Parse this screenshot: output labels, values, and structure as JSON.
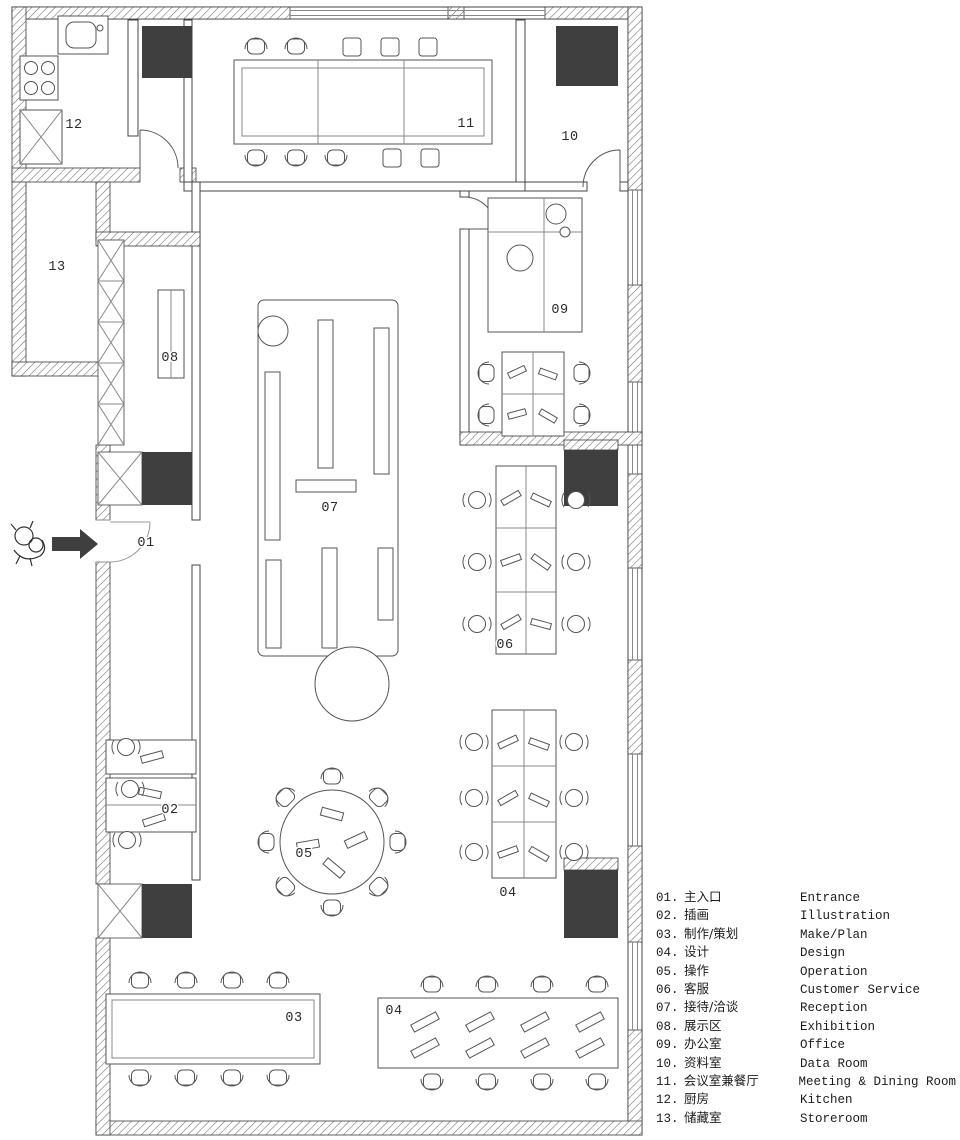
{
  "title": "Office floor plan",
  "colors": {
    "structure_dark": "#3f3f3f",
    "line": "#555555",
    "wall_hatch": "#6b6b6b"
  },
  "plan": {
    "labels": [
      {
        "id": "room-label-01",
        "text": "01"
      },
      {
        "id": "room-label-02",
        "text": "02"
      },
      {
        "id": "room-label-03",
        "text": "03"
      },
      {
        "id": "room-label-04-mid",
        "text": "04"
      },
      {
        "id": "room-label-04-bottom",
        "text": "04"
      },
      {
        "id": "room-label-05",
        "text": "05"
      },
      {
        "id": "room-label-06",
        "text": "06"
      },
      {
        "id": "room-label-07",
        "text": "07"
      },
      {
        "id": "room-label-08",
        "text": "08"
      },
      {
        "id": "room-label-09",
        "text": "09"
      },
      {
        "id": "room-label-10",
        "text": "10"
      },
      {
        "id": "room-label-11",
        "text": "11"
      },
      {
        "id": "room-label-12",
        "text": "12"
      },
      {
        "id": "room-label-13",
        "text": "13"
      }
    ]
  },
  "legend": {
    "items": [
      {
        "num": "01.",
        "cn": "主入口",
        "en": "Entrance"
      },
      {
        "num": "02.",
        "cn": "插画",
        "en": "Illustration"
      },
      {
        "num": "03.",
        "cn": "制作/策划",
        "en": "Make/Plan"
      },
      {
        "num": "04.",
        "cn": "设计",
        "en": "Design"
      },
      {
        "num": "05.",
        "cn": "操作",
        "en": "Operation"
      },
      {
        "num": "06.",
        "cn": "客服",
        "en": "Customer Service"
      },
      {
        "num": "07.",
        "cn": "接待/洽谈",
        "en": "Reception"
      },
      {
        "num": "08.",
        "cn": "展示区",
        "en": "Exhibition"
      },
      {
        "num": "09.",
        "cn": "办公室",
        "en": "Office"
      },
      {
        "num": "10.",
        "cn": "资料室",
        "en": "Data Room"
      },
      {
        "num": "11.",
        "cn": "会议室兼餐厅",
        "en": "Meeting & Dining Room"
      },
      {
        "num": "12.",
        "cn": "厨房",
        "en": "Kitchen"
      },
      {
        "num": "13.",
        "cn": "储藏室",
        "en": "Storeroom"
      }
    ]
  }
}
